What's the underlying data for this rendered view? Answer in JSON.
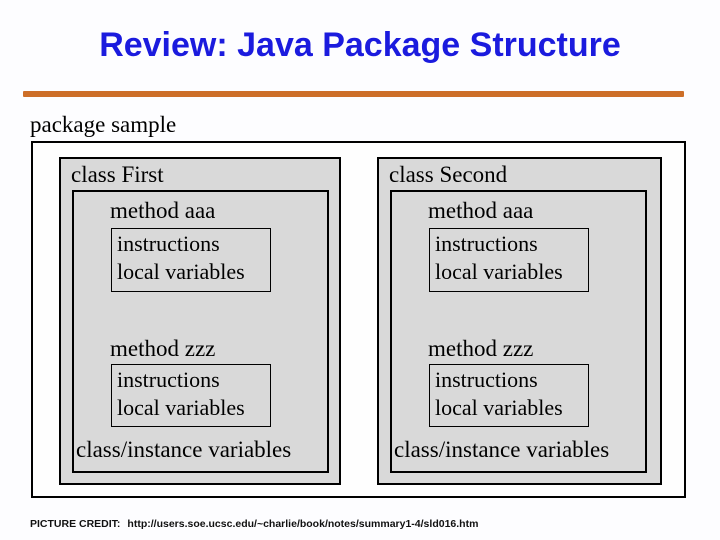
{
  "slide": {
    "title": "Review: Java Package Structure",
    "footer_label": "PICTURE CREDIT:",
    "footer_url": "http://users.soe.ucsc.edu/~charlie/book/notes/summary1-4/sld016.htm"
  },
  "colors": {
    "title_blue": "#1b1bde",
    "rule_orange": "#cd6e28",
    "box_gray": "#d9d9d9"
  },
  "diagram": {
    "package_label": "package sample",
    "classes": [
      {
        "name": "class First",
        "methods": [
          {
            "label": "method aaa",
            "lines": [
              "instructions",
              "local variables"
            ]
          },
          {
            "label": "method zzz",
            "lines": [
              "instructions",
              "local variables"
            ]
          }
        ],
        "variables_label": "class/instance variables"
      },
      {
        "name": "class Second",
        "methods": [
          {
            "label": "method aaa",
            "lines": [
              "instructions",
              "local variables"
            ]
          },
          {
            "label": "method zzz",
            "lines": [
              "instructions",
              "local variables"
            ]
          }
        ],
        "variables_label": "class/instance variables"
      }
    ]
  }
}
